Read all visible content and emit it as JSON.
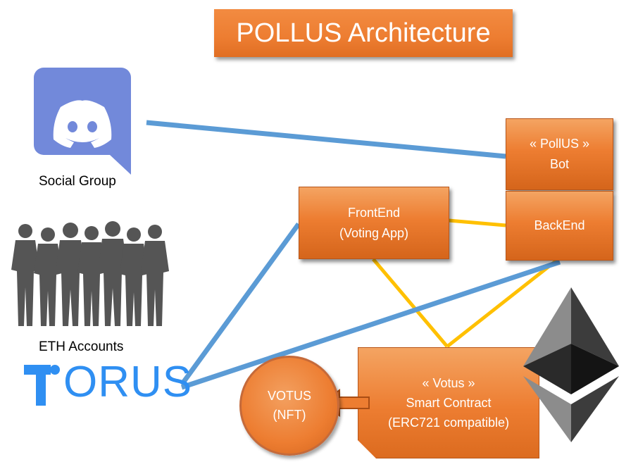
{
  "title": "POLLUS Architecture",
  "discord": {
    "label": "Social Group",
    "icon": "discord-icon",
    "color": "#7289da"
  },
  "people": {
    "label": "ETH Accounts",
    "icon": "people-silhouette-icon",
    "color": "#555555"
  },
  "torus": {
    "text": "ORUS",
    "icon": "torus-logo-icon",
    "color": "#2f8ff2"
  },
  "bot": {
    "line1": "« PollUS »",
    "line2": "Bot"
  },
  "backend": {
    "label": "BackEnd"
  },
  "frontend": {
    "line1": "FrontEnd",
    "line2": "(Voting App)"
  },
  "contract": {
    "line1": "« Votus »",
    "line2": "Smart Contract",
    "line3": "(ERC721 compatible)"
  },
  "nft": {
    "line1": "VOTUS",
    "line2": "(NFT)"
  },
  "ethereum": {
    "icon": "ethereum-logo-icon"
  },
  "colors": {
    "box": "#ed7d31",
    "blue_line": "#5b9bd5",
    "yellow_line": "#ffc000"
  }
}
